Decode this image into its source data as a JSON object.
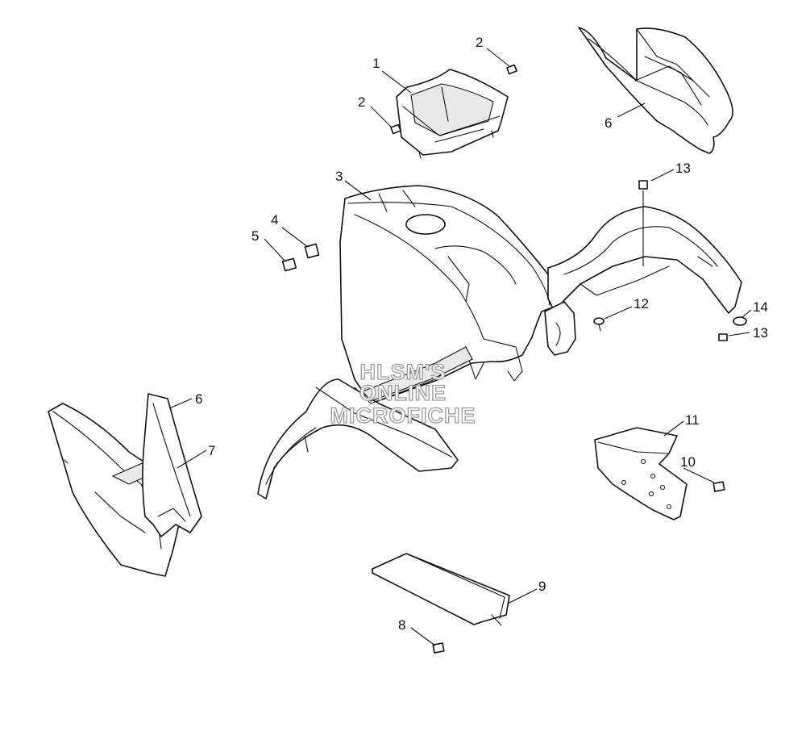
{
  "watermark": {
    "lines": [
      "HLSM'S",
      "ONLINE",
      "MICROFICHE"
    ]
  },
  "callouts": [
    {
      "id": "c1",
      "label": "1"
    },
    {
      "id": "c2a",
      "label": "2"
    },
    {
      "id": "c2b",
      "label": "2"
    },
    {
      "id": "c3",
      "label": "3"
    },
    {
      "id": "c4",
      "label": "4"
    },
    {
      "id": "c5",
      "label": "5"
    },
    {
      "id": "c6a",
      "label": "6"
    },
    {
      "id": "c6b",
      "label": "6"
    },
    {
      "id": "c7",
      "label": "7"
    },
    {
      "id": "c8",
      "label": "8"
    },
    {
      "id": "c9",
      "label": "9"
    },
    {
      "id": "c10",
      "label": "10"
    },
    {
      "id": "c11",
      "label": "11"
    },
    {
      "id": "c12",
      "label": "12"
    },
    {
      "id": "c13a",
      "label": "13"
    },
    {
      "id": "c13b",
      "label": "13"
    },
    {
      "id": "c14",
      "label": "14"
    }
  ]
}
